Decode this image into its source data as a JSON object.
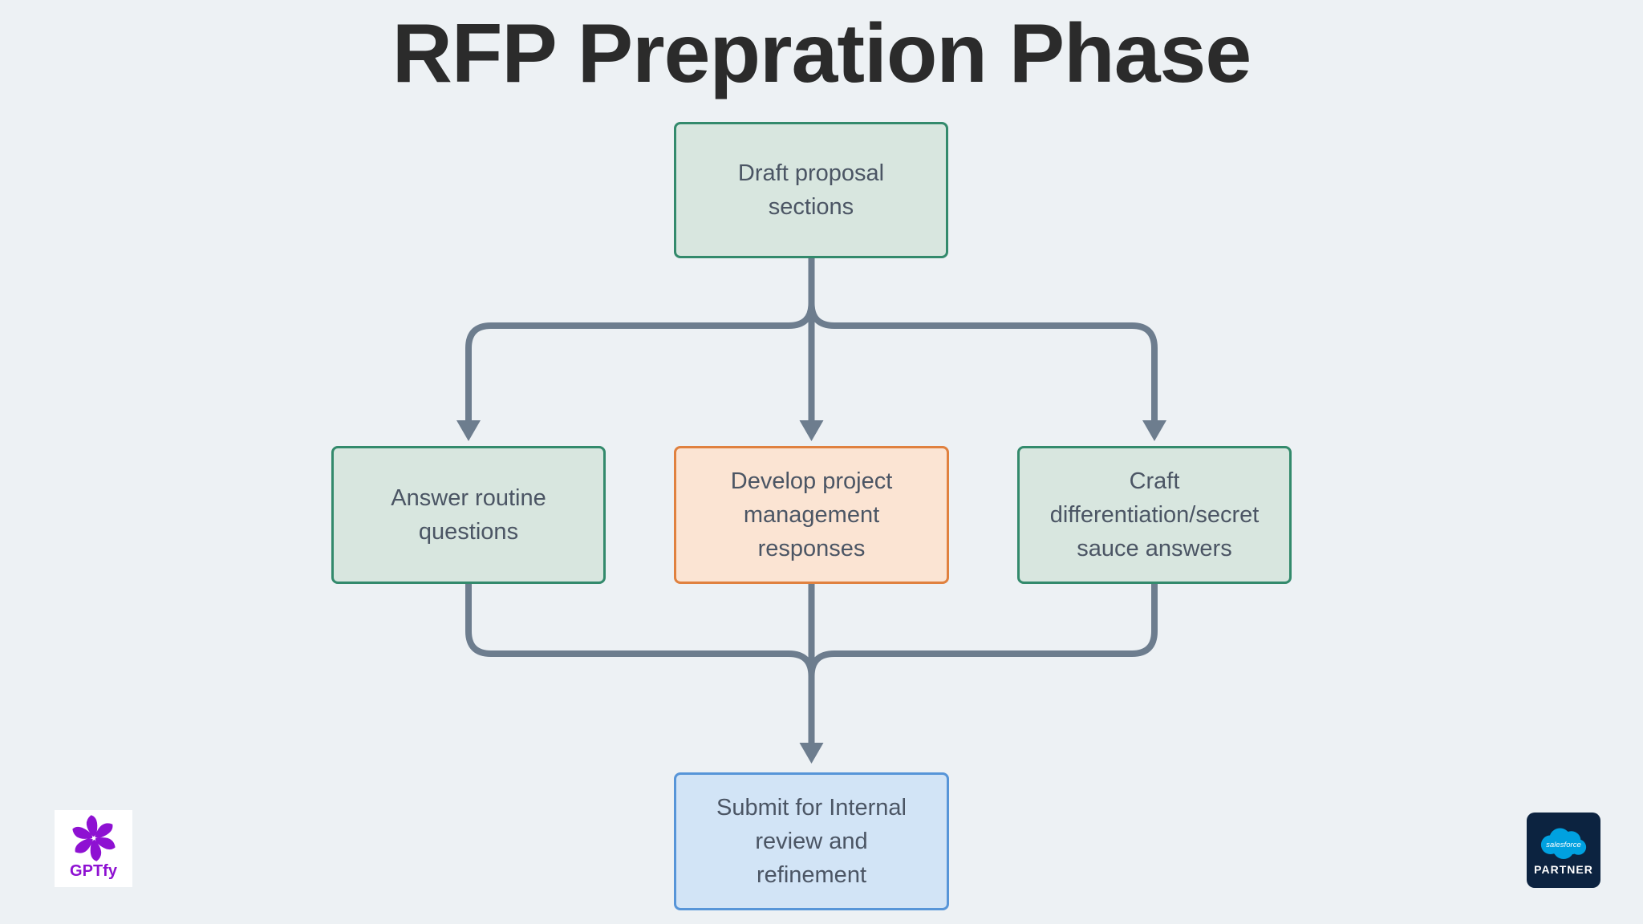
{
  "page": {
    "title": "RFP Prepration Phase",
    "title_color": "#2b2b2b",
    "background": "#edf1f4"
  },
  "diagram": {
    "connector_color": "#6d7d8e",
    "nodes": [
      {
        "id": "draft",
        "label": "Draft proposal\nsections",
        "fill": "#d8e6df",
        "border": "#338a6c",
        "text_color": "#4b5564"
      },
      {
        "id": "answer",
        "label": "Answer routine\nquestions",
        "fill": "#d8e6df",
        "border": "#338a6c",
        "text_color": "#4b5564"
      },
      {
        "id": "develop",
        "label": "Develop project\nmanagement\nresponses",
        "fill": "#fbe4d3",
        "border": "#e0813f",
        "text_color": "#4b5564"
      },
      {
        "id": "craft",
        "label": "Craft\ndifferentiation/secret\nsauce answers",
        "fill": "#d8e6df",
        "border": "#338a6c",
        "text_color": "#4b5564"
      },
      {
        "id": "submit",
        "label": "Submit for Internal\nreview and\nrefinement",
        "fill": "#d2e4f6",
        "border": "#5795d8",
        "text_color": "#4b5564"
      }
    ]
  },
  "logos": {
    "gptfy": {
      "text": "GPTfy",
      "color": "#8e11d2",
      "card_background": "#ffffff"
    },
    "salesforce": {
      "brand": "salesforce",
      "label": "PARTNER",
      "badge_background": "#0c2340",
      "cloud_color": "#00a1e0"
    }
  }
}
